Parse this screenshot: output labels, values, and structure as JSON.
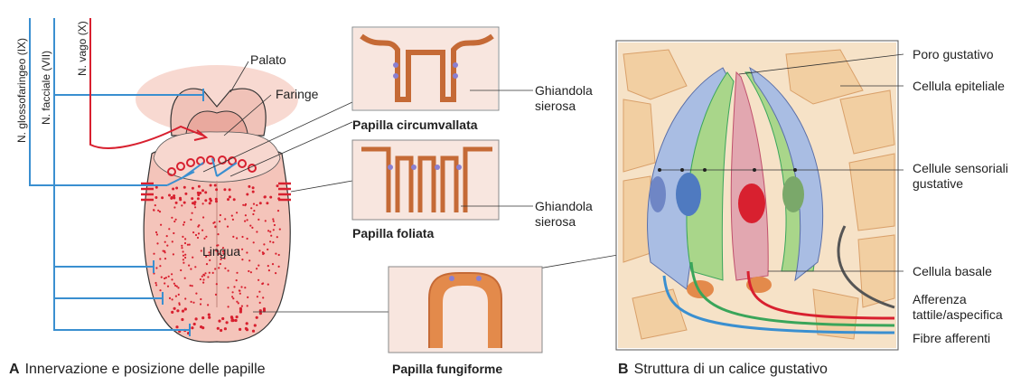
{
  "nerves": {
    "glossopharyngeal": "N. glossofaringeo (IX)",
    "facial": "N. facciale (VII)",
    "vagus": "N. vago (X)"
  },
  "tongue_labels": {
    "palate": "Palato",
    "pharynx": "Faringe",
    "tongue": "Lingua"
  },
  "papillae": {
    "circumvallate": "Papilla circumvallata",
    "foliate": "Papilla foliata",
    "fungiform": "Papilla fungiforme",
    "gland_1_line1": "Ghiandola",
    "gland_1_line2": "sierosa",
    "gland_2_line1": "Ghiandola",
    "gland_2_line2": "sierosa"
  },
  "taste_bud_labels": {
    "pore": "Poro gustativo",
    "epithelial": "Cellula epiteliale",
    "sensory_line1": "Cellule sensoriali",
    "sensory_line2": "gustative",
    "basal": "Cellula basale",
    "tactile_line1": "Afferenza",
    "tactile_line2": "tattile/aspecifica",
    "afferent": "Fibre afferenti"
  },
  "panels": {
    "a_letter": "A",
    "a_title": "Innervazione e posizione delle papille",
    "b_letter": "B",
    "b_title": "Struttura di un calice gustativo"
  },
  "colors": {
    "nerve_blue": "#3a8fd0",
    "nerve_red": "#d8202f",
    "tongue_pink": "#f2b7ad",
    "papilla_orange": "#e38a4b",
    "fiber_green": "#3aa55a",
    "cell_blue": "#a9bde3"
  }
}
